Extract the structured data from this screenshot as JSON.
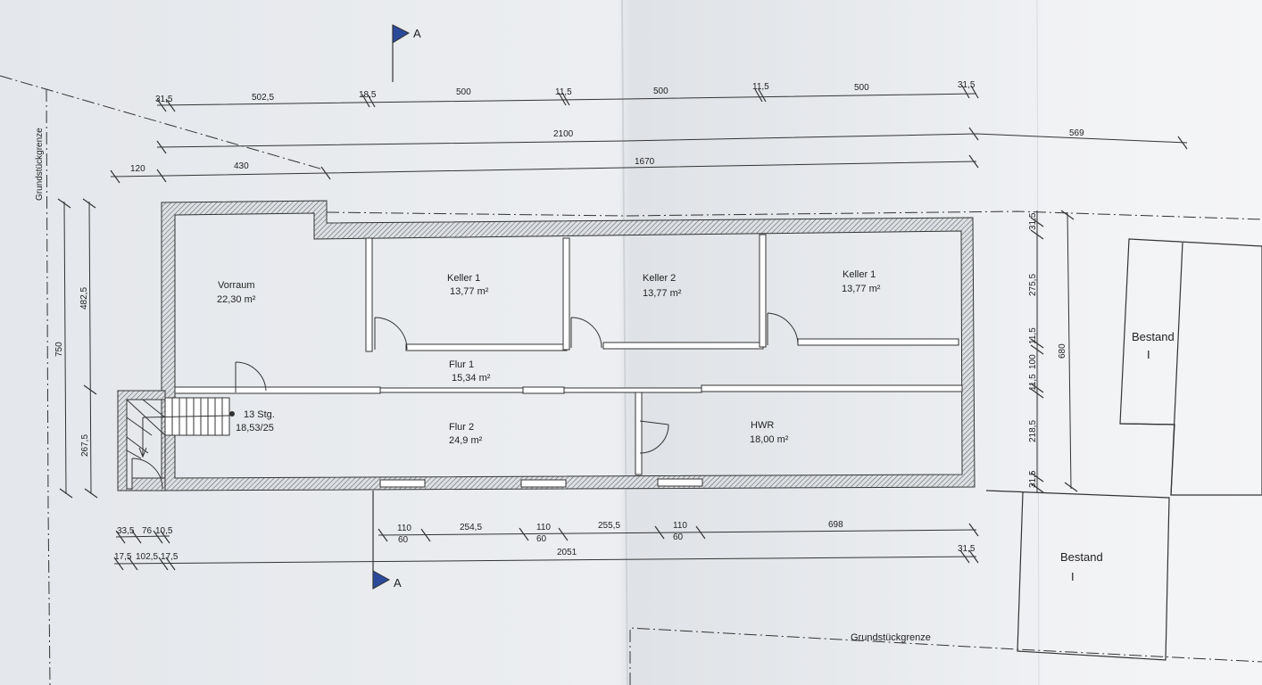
{
  "rooms": {
    "vorraum": {
      "name": "Vorraum",
      "area": "22,30 m²"
    },
    "keller1a": {
      "name": "Keller 1",
      "area": "13,77 m²"
    },
    "keller2": {
      "name": "Keller 2",
      "area": "13,77 m²"
    },
    "keller1b": {
      "name": "Keller 1",
      "area": "13,77 m²"
    },
    "flur1": {
      "name": "Flur 1",
      "area": "15,34 m²"
    },
    "flur2": {
      "name": "Flur 2",
      "area": "24,9 m²"
    },
    "hwr": {
      "name": "HWR",
      "area": "18,00 m²"
    }
  },
  "stairs": {
    "steps": "13 Stg.",
    "ratio": "18,53/25"
  },
  "section_marker": "A",
  "boundary_label": "Grundstückgrenze",
  "existing_label": "Bestand",
  "existing_numeral": "I",
  "dims": {
    "top1": [
      "31,5",
      "502,5",
      "18,5",
      "500",
      "11,5",
      "500",
      "11,5",
      "500",
      "31,5"
    ],
    "top2": [
      "2100",
      "569"
    ],
    "top3": [
      "120",
      "430",
      "1670"
    ],
    "left_outer": "750",
    "left_inner": [
      "482,5",
      "267,5"
    ],
    "right_inner": [
      "31,5",
      "275,5",
      "11,5",
      "100",
      "11,5",
      "218,5",
      "31,5"
    ],
    "right_outer": "680",
    "bottom1": [
      "33,5",
      "76",
      "10,5",
      "110",
      "254,5",
      "110",
      "255,5",
      "110",
      "698"
    ],
    "bottom1_sub": [
      "60",
      "60",
      "60"
    ],
    "bottom2": [
      "17,5",
      "102,5",
      "17,5",
      "2051",
      "31,5"
    ]
  },
  "colors": {
    "paper": "#e9ecf0",
    "line": "#333333",
    "marker": "#2b4a9a"
  }
}
